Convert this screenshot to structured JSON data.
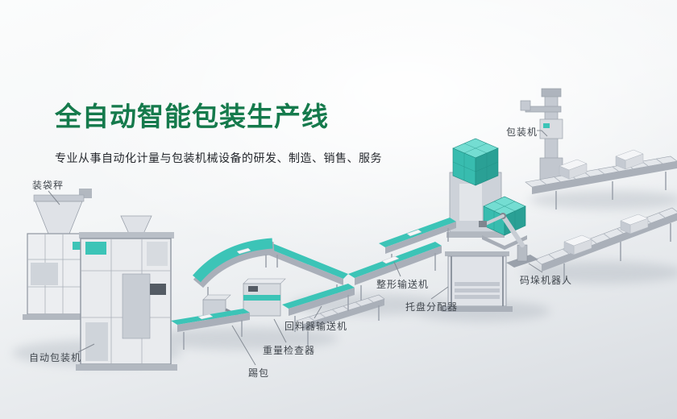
{
  "header": {
    "title": "全自动智能包装生产线",
    "subtitle": "专业从事自动化计量与包装机械设备的研发、制造、销售、服务"
  },
  "machine_labels": {
    "bagging_scale": "装袋秤",
    "packing_machine": "包装机",
    "shaping_conveyor": "整形输送机",
    "palletizing_robot": "码垛机器人",
    "pallet_distributor": "托盘分配器",
    "return_conveyor": "回料器输送机",
    "weight_checker": "重量检查器",
    "kick_bag": "踢包",
    "auto_packing_machine": "自动包装机"
  },
  "colors": {
    "title_green": "#157a4c",
    "machine_teal": "#3cc4b7",
    "machine_gray": "#cdd2d9",
    "label_text": "#40464d",
    "background_top": "#fbfcfc",
    "background_bottom": "#d7dbe0"
  }
}
